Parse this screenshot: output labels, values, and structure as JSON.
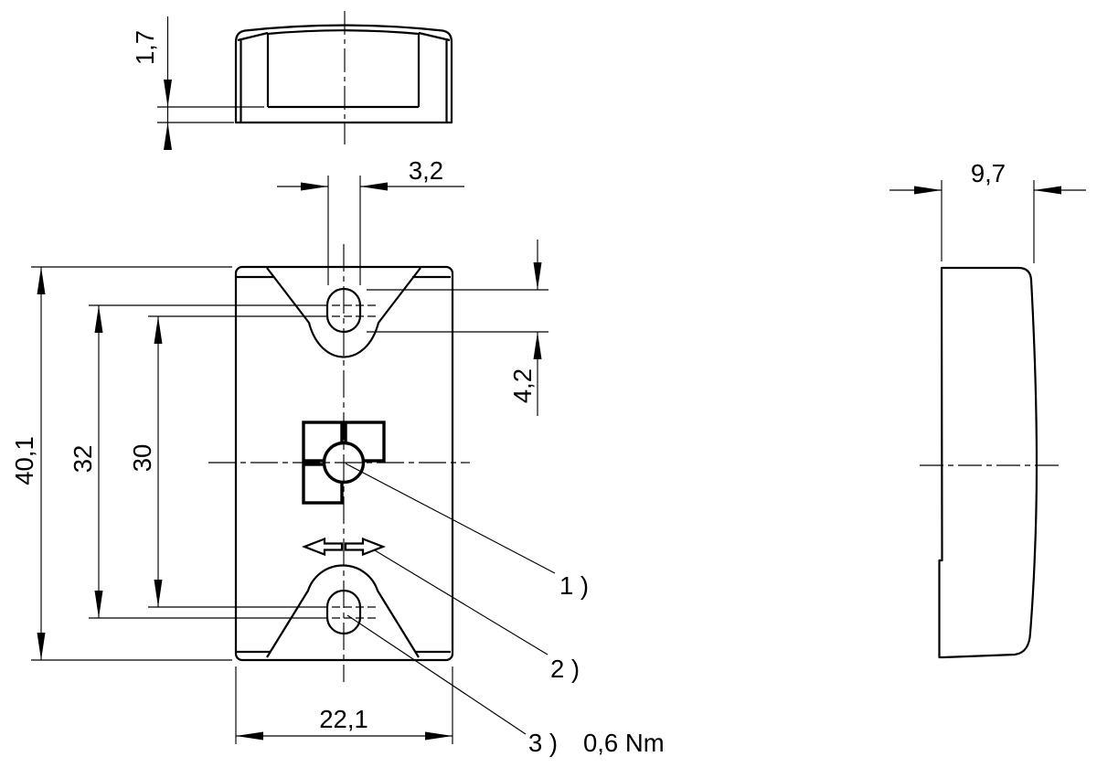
{
  "drawing": {
    "dimensions": {
      "cap_height": "1,7",
      "slot_width": "3,2",
      "slot_height": "4,2",
      "depth": "9,7",
      "overall_height": "40,1",
      "outer_slot_span": "32",
      "hole_center_distance": "30",
      "body_width": "22,1"
    },
    "callouts": {
      "c1": "1 )",
      "c2": "2 )",
      "c3": "3 )",
      "torque": "0,6 Nm"
    },
    "colors": {
      "line": "#000000",
      "background": "#ffffff"
    }
  }
}
